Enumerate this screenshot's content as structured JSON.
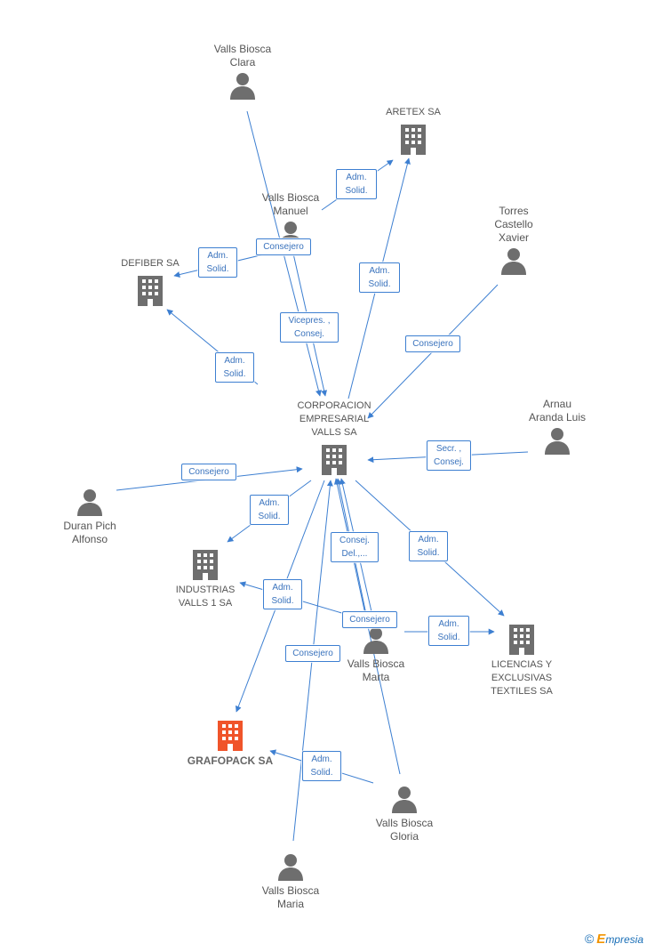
{
  "colors": {
    "edge": "#3d7fd1",
    "icon": "#6e6e6e",
    "focus": "#f0542a"
  },
  "nodes": [
    {
      "id": "clara",
      "type": "person",
      "label": "Valls Biosca\nClara"
    },
    {
      "id": "aretex",
      "type": "company",
      "label": "ARETEX SA"
    },
    {
      "id": "manuel",
      "type": "person",
      "label": "Valls Biosca\nManuel"
    },
    {
      "id": "torres",
      "type": "person",
      "label": "Torres\nCastello\nXavier"
    },
    {
      "id": "defiber",
      "type": "company",
      "label": "DEFIBER SA"
    },
    {
      "id": "corp",
      "type": "company",
      "label": "CORPORACION\nEMPRESARIAL\nVALLS SA"
    },
    {
      "id": "arnau",
      "type": "person",
      "label": "Arnau\nAranda Luis"
    },
    {
      "id": "duran",
      "type": "person",
      "label": "Duran Pich\nAlfonso"
    },
    {
      "id": "industrias",
      "type": "company",
      "label": "INDUSTRIAS\nVALLS 1 SA"
    },
    {
      "id": "marta",
      "type": "person",
      "label": "Valls Biosca\nMarta"
    },
    {
      "id": "licencias",
      "type": "company",
      "label": "LICENCIAS Y\nEXCLUSIVAS\nTEXTILES SA"
    },
    {
      "id": "grafopack",
      "type": "company",
      "focus": true,
      "label": "GRAFOPACK SA"
    },
    {
      "id": "gloria",
      "type": "person",
      "label": "Valls Biosca\nGloria"
    },
    {
      "id": "maria",
      "type": "person",
      "label": "Valls Biosca\nMaria"
    }
  ],
  "relations": [
    {
      "id": "r1",
      "label": "Adm.\nSolid."
    },
    {
      "id": "r2",
      "label": "Consejero"
    },
    {
      "id": "r3",
      "label": "Adm.\nSolid."
    },
    {
      "id": "r4",
      "label": "Adm.\nSolid."
    },
    {
      "id": "r5",
      "label": "Vicepres. ,\nConsej."
    },
    {
      "id": "r6",
      "label": "Consejero"
    },
    {
      "id": "r7",
      "label": "Adm.\nSolid."
    },
    {
      "id": "r8",
      "label": "Secr. ,\nConsej."
    },
    {
      "id": "r9",
      "label": "Consejero"
    },
    {
      "id": "r10",
      "label": "Adm.\nSolid."
    },
    {
      "id": "r11",
      "label": "Consej.\nDel.,..."
    },
    {
      "id": "r12",
      "label": "Adm.\nSolid."
    },
    {
      "id": "r13",
      "label": "Adm.\nSolid."
    },
    {
      "id": "r14",
      "label": "Consejero"
    },
    {
      "id": "r15",
      "label": "Adm.\nSolid."
    },
    {
      "id": "r16",
      "label": "Consejero"
    },
    {
      "id": "r17",
      "label": "Adm.\nSolid."
    }
  ],
  "brand": {
    "copyright": "©",
    "e": "E",
    "rest": "mpresia"
  }
}
